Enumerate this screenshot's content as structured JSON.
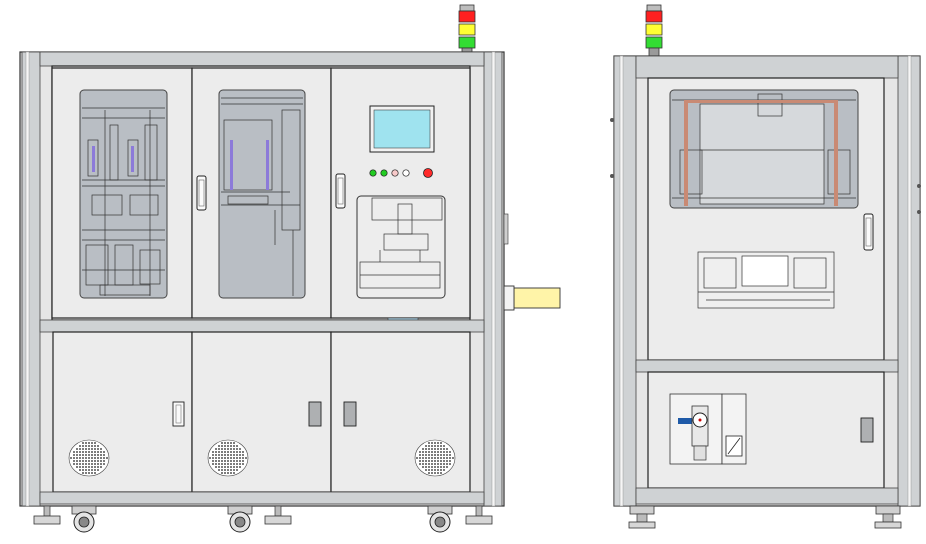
{
  "colors": {
    "frame": "#e6e6e6",
    "frame_dark": "#cfd2d4",
    "outline": "#2b2b2b",
    "window_glass": "#b9bec4",
    "hmi_screen": "#9fe3ef",
    "tower_red": "#ff2020",
    "tower_yellow": "#ffff33",
    "tower_green": "#33dd33",
    "button_green": "#22cc22",
    "button_red": "#ff2a2a",
    "button_pink": "#f7c9c9",
    "output_tray": "#fff4a8",
    "purple_rod": "#8c7ad9",
    "copper_rail": "#c98a74",
    "regulator_blue": "#1e5aa8"
  },
  "views": [
    {
      "name": "front-view",
      "signal_tower": [
        "red",
        "yellow",
        "green"
      ],
      "window_count": 3,
      "lower_door_count": 3,
      "vent_grille_count": 3,
      "caster_count": 3,
      "leveling_foot_count": 3
    },
    {
      "name": "side-view",
      "signal_tower": [
        "red",
        "yellow",
        "green"
      ],
      "window_count": 1,
      "lower_door_count": 1,
      "vent_grille_count": 0,
      "caster_count": 0,
      "leveling_foot_count": 2
    }
  ],
  "control_panel": {
    "indicator_lights": [
      "green",
      "green",
      "pink",
      "white"
    ],
    "emergency_stop": "red"
  }
}
